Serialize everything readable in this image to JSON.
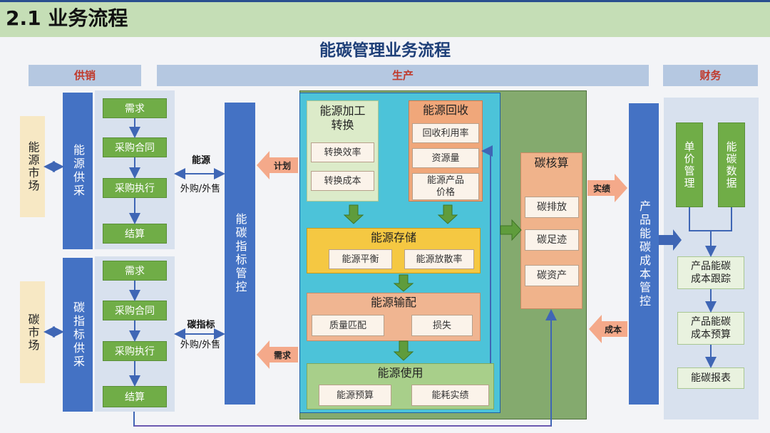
{
  "slide_title": "2.1 业务流程",
  "diagram_title": "能碳管理业务流程",
  "bands": {
    "supply": "供销",
    "production": "生产",
    "finance": "财务"
  },
  "energy_supply": {
    "market": "能源市场",
    "procurement": "能源供采",
    "steps": [
      "需求",
      "采购合同",
      "采购执行",
      "结算"
    ],
    "link_top": "能源",
    "link_bottom": "外购/外售"
  },
  "carbon_supply": {
    "market": "碳市场",
    "procurement": "碳指标供采",
    "steps": [
      "需求",
      "采购合同",
      "采购执行",
      "结算"
    ],
    "link_top": "碳指标",
    "link_bottom": "外购/外售"
  },
  "carbon_index_control": "能碳指标管控",
  "arrows": {
    "plan": "计划",
    "demand": "需求",
    "performance": "实绩",
    "cost": "成本"
  },
  "energy_processing": {
    "title": "能源加工转换",
    "items": [
      "转换效率",
      "转换成本"
    ]
  },
  "energy_recovery": {
    "title": "能源回收",
    "items": [
      "回收利用率",
      "资源量",
      "能源产品价格"
    ]
  },
  "energy_storage": {
    "title": "能源存储",
    "items": [
      "能源平衡",
      "能源放散率"
    ]
  },
  "energy_distribution": {
    "title": "能源输配",
    "items": [
      "质量匹配",
      "损失"
    ]
  },
  "energy_use": {
    "title": "能源使用",
    "items": [
      "能源预算",
      "能耗实绩"
    ]
  },
  "carbon_accounting": {
    "title": "碳核算",
    "items": [
      "碳排放",
      "碳足迹",
      "碳资产"
    ]
  },
  "product_cost_control": "产品能碳成本管控",
  "finance": {
    "unit_price": "单价管理",
    "carbon_data": "能碳数据",
    "tracking": "产品能碳成本跟踪",
    "budget": "产品能碳成本预算",
    "report": "能碳报表"
  }
}
